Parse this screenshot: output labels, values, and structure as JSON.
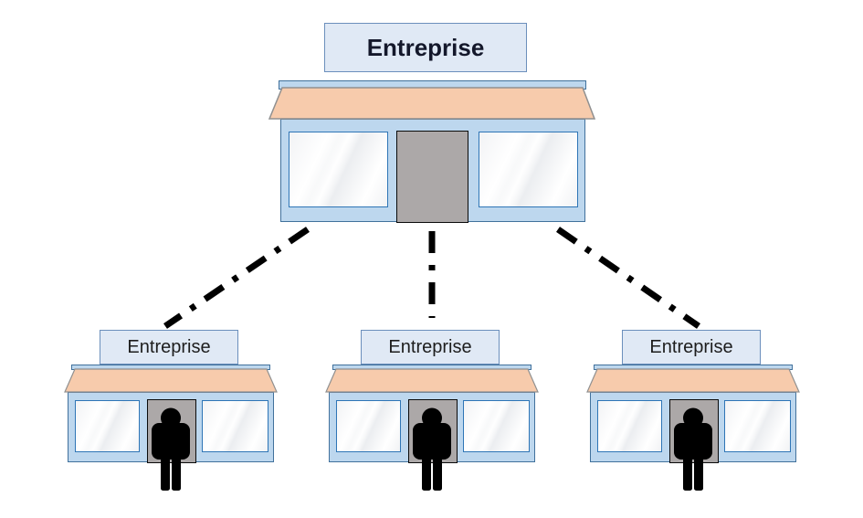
{
  "diagram": {
    "title_hint": "enterprise-hierarchy",
    "root": {
      "label": "Entreprise"
    },
    "children": [
      {
        "label": "Entreprise"
      },
      {
        "label": "Entreprise"
      },
      {
        "label": "Entreprise"
      }
    ],
    "connector_style": "dash-dot"
  },
  "icons": {
    "person": "standing-person-silhouette",
    "building": "storefront-with-awning"
  },
  "colors": {
    "background": "#ffffff",
    "building_fill": "#bdd7ee",
    "building_border": "#41719c",
    "label_fill": "#e0e9f5",
    "label_border": "#6b8fbc",
    "awning_fill": "#f7cbac",
    "awning_border": "#909090",
    "door_fill": "#aca8a8",
    "door_border": "#0a0a0a",
    "window_border": "#2e75b6",
    "connector": "#000000",
    "person": "#000000",
    "hq_text": "#14182b",
    "branch_text": "#1d1d1d"
  }
}
